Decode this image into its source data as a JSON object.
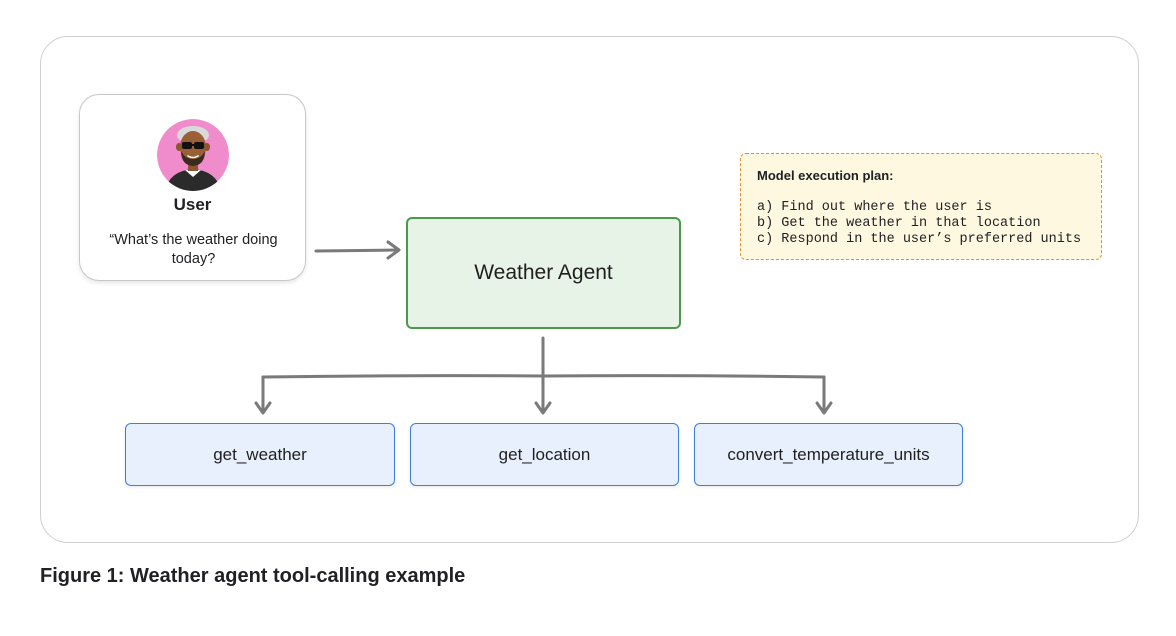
{
  "user": {
    "name": "User",
    "quote": "“What’s the weather doing today?"
  },
  "agent": {
    "label": "Weather Agent"
  },
  "plan": {
    "title": "Model execution plan:",
    "steps": [
      "a) Find out where the user is",
      "b) Get the weather in that location",
      "c) Respond in the user’s preferred units"
    ]
  },
  "tools": [
    {
      "label": "get_weather"
    },
    {
      "label": "get_location"
    },
    {
      "label": "convert_temperature_units"
    }
  ],
  "caption": "Figure 1: Weather agent tool-calling example",
  "colors": {
    "agent_fill": "#e8f3e8",
    "agent_border": "#4a9a4a",
    "tool_fill": "#e8f0fd",
    "tool_border": "#3f7fd9",
    "plan_fill": "#fff8e1",
    "plan_border": "#e0902a",
    "arrow": "#7a7a7a",
    "avatar_bg": "#f08ccb"
  },
  "icons": {
    "avatar": "user-avatar-icon"
  }
}
